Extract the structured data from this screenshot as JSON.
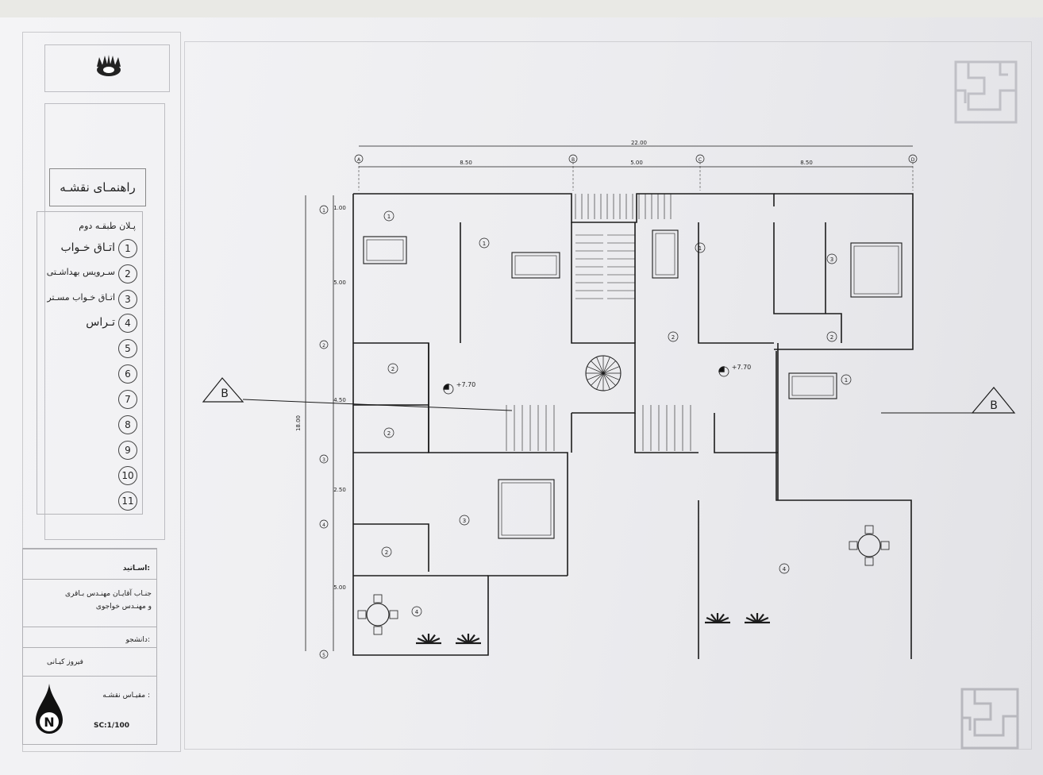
{
  "legend": {
    "title": "راهنمـای نقشـه",
    "subtitle": "پـلان طبقـه دوم",
    "items": [
      {
        "num": "1",
        "label": "اتـاق خـواب"
      },
      {
        "num": "2",
        "label": "سـرويس بهداشـتى"
      },
      {
        "num": "3",
        "label": "اتـاق خـواب مسـتر"
      },
      {
        "num": "4",
        "label": "تـراس"
      },
      {
        "num": "5",
        "label": ""
      },
      {
        "num": "6",
        "label": ""
      },
      {
        "num": "7",
        "label": ""
      },
      {
        "num": "8",
        "label": ""
      },
      {
        "num": "9",
        "label": ""
      },
      {
        "num": "10",
        "label": ""
      },
      {
        "num": "11",
        "label": ""
      }
    ]
  },
  "title_block": {
    "instructors_label": "اسـاتيد:",
    "instructors_line1": "جنـاب آقايـان مهنـدس بـاقرى",
    "instructors_line2": "و مهنـدس خواجوى",
    "student_label": "دانشجو:",
    "student_name": "فيروز كيـانى",
    "scale_label": "مقيـاس نقشـه :",
    "scale_value": "SC:1/100",
    "north_letter": "N"
  },
  "plan": {
    "axes_top": [
      "A",
      "B",
      "C",
      "D"
    ],
    "axes_left": [
      "1",
      "2",
      "3",
      "4",
      "5"
    ],
    "dim_total_width": "22.00",
    "dim_top_spans": [
      "8.50",
      "5.00",
      "8.50"
    ],
    "dim_total_height": "18.00",
    "dim_left_spans": [
      "1.00",
      "5.00",
      "4.50",
      "2.50",
      "5.00"
    ],
    "level_marks": [
      "+7.70",
      "+7.70"
    ],
    "section_cut": "B",
    "room_numbers": [
      "1",
      "1",
      "1",
      "3",
      "2",
      "2",
      "2",
      "1",
      "2",
      "3",
      "2",
      "4",
      "4"
    ]
  }
}
